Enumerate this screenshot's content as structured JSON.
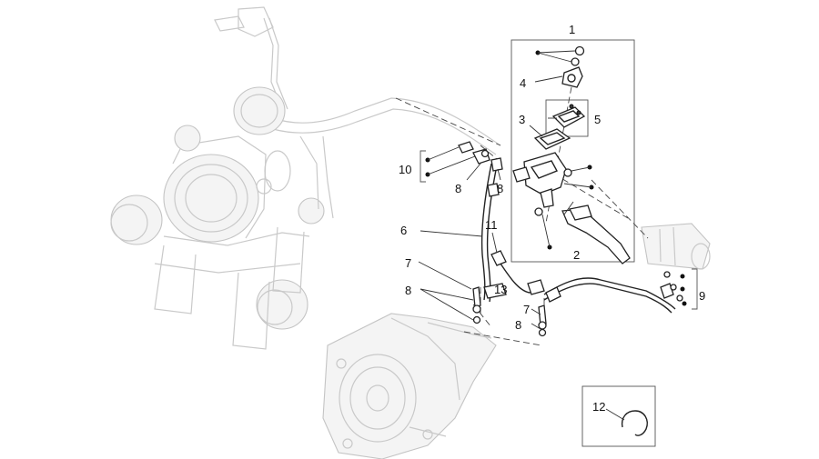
{
  "callouts": {
    "c1": "1",
    "c2": "2",
    "c3": "3",
    "c4": "4",
    "c5": "5",
    "c6": "6",
    "c7a": "7",
    "c7b": "7",
    "c8a": "8",
    "c8b": "8",
    "c8c": "8",
    "c8d": "8",
    "c9": "9",
    "c10": "10",
    "c11": "11",
    "c12": "12",
    "c13": "13"
  }
}
